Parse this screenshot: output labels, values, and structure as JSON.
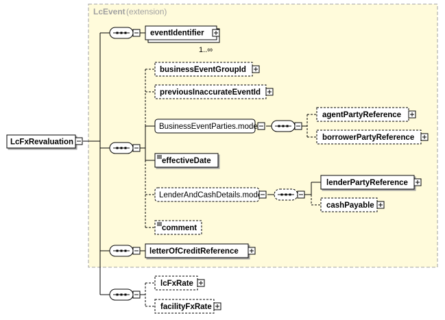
{
  "extension": {
    "name": "LcEvent",
    "suffix": "(extension)"
  },
  "root": {
    "label": "LcFxRevaluation"
  },
  "elements": {
    "event_identifier": "eventIdentifier",
    "event_identifier_cardinality": "1..∞",
    "business_event_group_id": "businessEventGroupId",
    "previous_inaccurate_event_id": "previousInaccurateEventId",
    "business_event_parties_model": "BusinessEventParties.model",
    "agent_party_reference": "agentPartyReference",
    "borrower_party_reference": "borrowerPartyReference",
    "effective_date": "effectiveDate",
    "lender_and_cash_details_model": "LenderAndCashDetails.model",
    "lender_party_reference": "lenderPartyReference",
    "cash_payable": "cashPayable",
    "comment": "comment",
    "letter_of_credit_reference": "letterOfCreditReference",
    "lc_fx_rate": "lcFxRate",
    "facility_fx_rate": "facilityFxRate"
  },
  "colors": {
    "extension_fill": "#fffbdb",
    "extension_border": "#a0a0a0",
    "line": "#000000",
    "box_fill": "#ffffff"
  }
}
